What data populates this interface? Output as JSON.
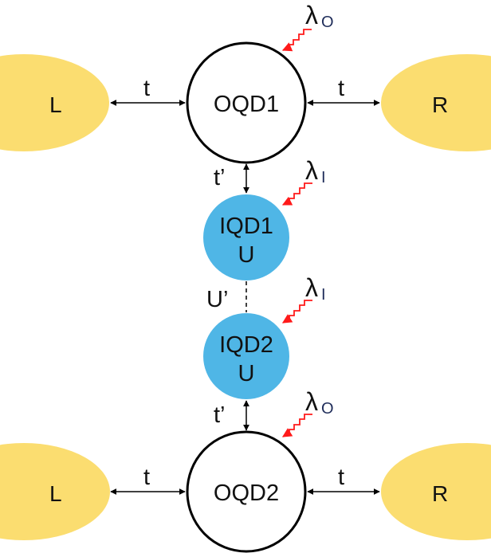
{
  "colors": {
    "lead": "#FBDD70",
    "inner_dot": "#4FB6E6",
    "outer_dot_fill": "#FFFFFF",
    "stroke": "#000000",
    "photon": "#FF1A1A",
    "subscript": "#1F2D5A"
  },
  "leads": {
    "top_left": "L",
    "top_right": "R",
    "bottom_left": "L",
    "bottom_right": "R"
  },
  "nodes": {
    "oqd1": "OQD1",
    "iqd1_line1": "IQD1",
    "iqd1_line2": "U",
    "iqd2_line1": "IQD2",
    "iqd2_line2": "U",
    "oqd2": "OQD2"
  },
  "couplings": {
    "top_left_t": "t",
    "top_right_t": "t",
    "top_tprime": "t’",
    "inner_uprime": "U’",
    "bottom_tprime": "t’",
    "bottom_left_t": "t",
    "bottom_right_t": "t"
  },
  "photons": [
    {
      "symbol": "λ",
      "subscript": "O"
    },
    {
      "symbol": "λ",
      "subscript": "I"
    },
    {
      "symbol": "λ",
      "subscript": "I"
    },
    {
      "symbol": "λ",
      "subscript": "O"
    }
  ]
}
